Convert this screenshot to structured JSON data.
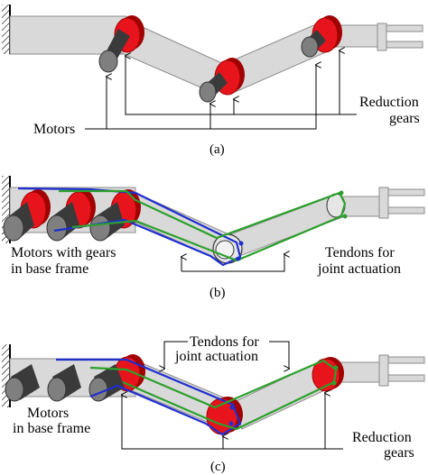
{
  "panels": [
    {
      "caption": "(a)",
      "labels": {
        "motors": "Motors",
        "reduction_gears_line1": "Reduction",
        "reduction_gears_line2": "gears"
      }
    },
    {
      "caption": "(b)",
      "labels": {
        "motors_line1": "Motors  with gears",
        "motors_line2": "in base frame",
        "tendons_line1": "Tendons for",
        "tendons_line2": "joint actuation"
      }
    },
    {
      "caption": "(c)",
      "labels": {
        "tendons_line1": "Tendons for",
        "tendons_line2": "joint actuation",
        "motors_line1": "Motors",
        "motors_line2": "in base frame",
        "reduction_gears_line1": "Reduction",
        "reduction_gears_line2": "gears"
      }
    }
  ],
  "colors": {
    "link_fill": "#d9d9d9",
    "link_stroke": "#8c8c8c",
    "gear_red": "#e8141c",
    "gear_dark_red": "#a00000",
    "motor_dark": "#3a3a3a",
    "motor_face": "#7f7f7f",
    "tendon_blue": "#1f2fd0",
    "tendon_green": "#2ca02c",
    "ground": "#000000"
  }
}
